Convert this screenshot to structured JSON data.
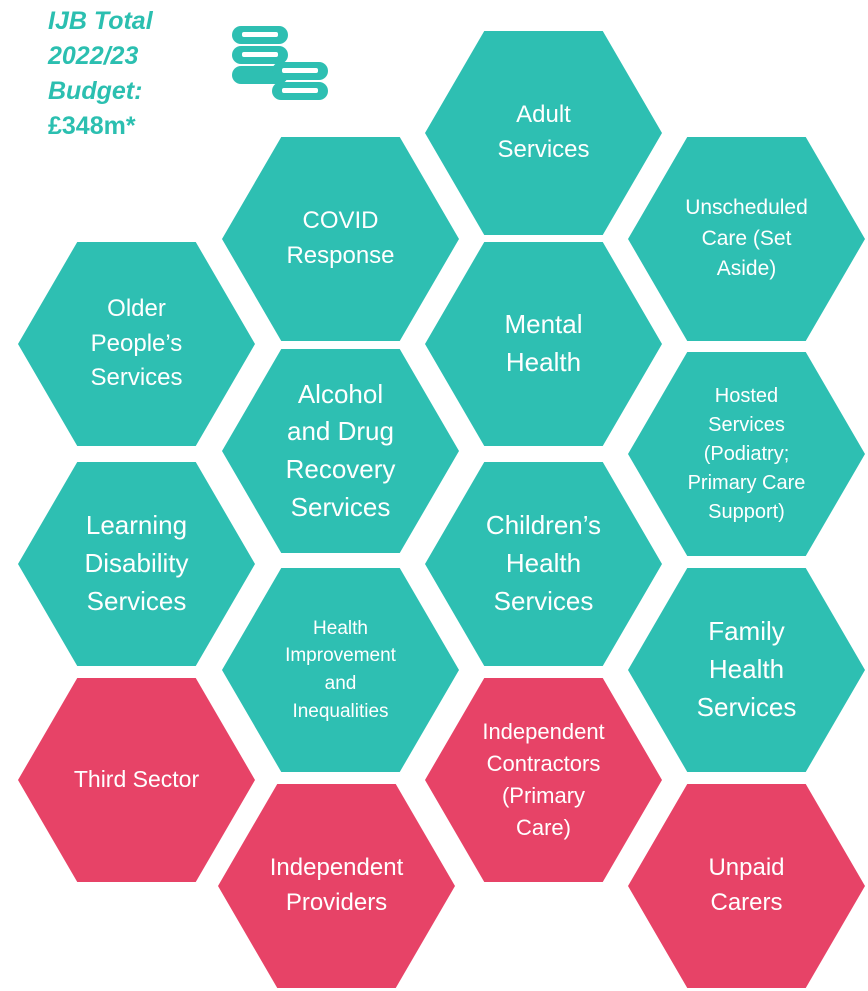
{
  "budget": {
    "line1": "IJB Total",
    "line2": "2022/23",
    "line3": "Budget:",
    "amount": "£348m*"
  },
  "icons": {
    "coins": "coins-stack-icon"
  },
  "colors": {
    "teal": "#2ebfb2",
    "red": "#e74367",
    "title": "#2bbfb0"
  },
  "hexagons": {
    "adult": "Adult\nServices",
    "covid": "COVID\nResponse",
    "unscheduled": "Unscheduled\nCare (Set\nAside)",
    "older": "Older\nPeople’s\nServices",
    "mental": "Mental\nHealth",
    "alcohol": "Alcohol\nand Drug\nRecovery\nServices",
    "hosted": "Hosted\nServices\n(Podiatry;\nPrimary Care\nSupport)",
    "learning": "Learning\nDisability\nServices",
    "children": "Children’s\nHealth\nServices",
    "health_improvement": "Health\nImprovement\nand\nInequalities",
    "family": "Family\nHealth\nServices",
    "third_sector": "Third Sector",
    "independent_contractors": "Independent\nContractors\n(Primary\nCare)",
    "independent_providers": "Independent\nProviders",
    "unpaid_carers": "Unpaid\nCarers"
  }
}
